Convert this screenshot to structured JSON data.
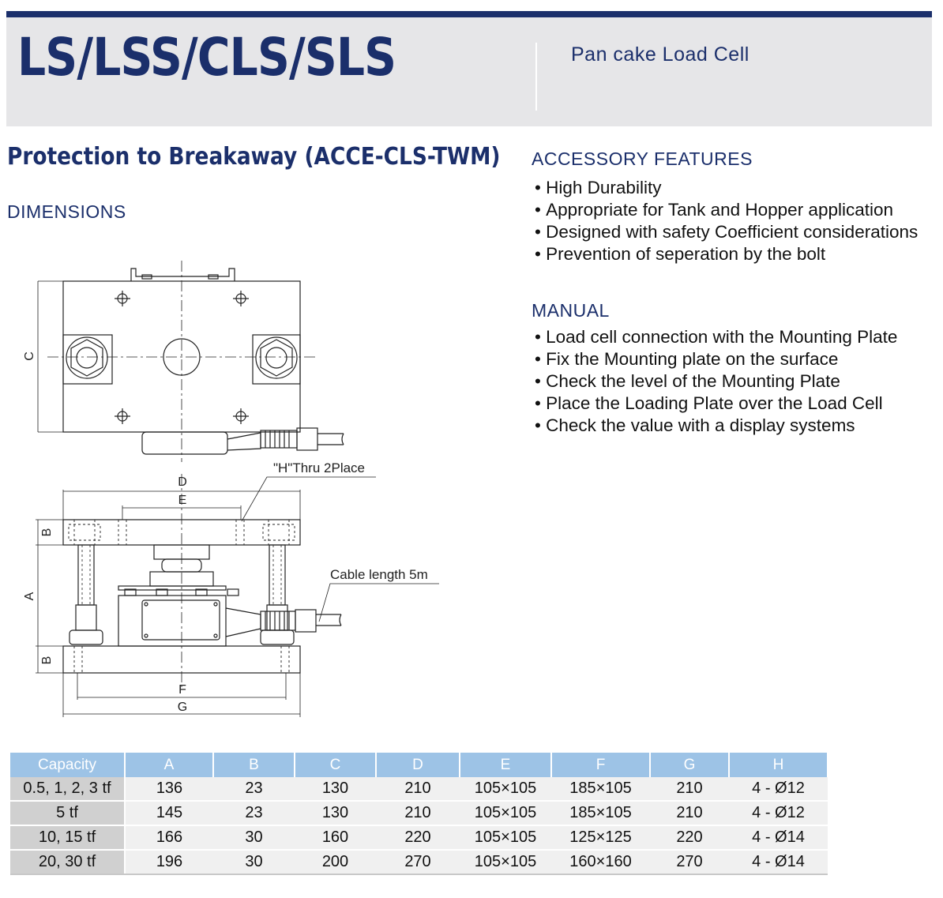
{
  "header": {
    "model": "LS/LSS/CLS/SLS",
    "product": "Pan cake Load Cell"
  },
  "section_title": "Protection to Breakaway (ACCE-CLS-TWM)",
  "dimensions_heading": "DIMENSIONS",
  "drawing": {
    "labels": {
      "C": "C",
      "D": "D",
      "E": "E",
      "B_top": "B",
      "A": "A",
      "B_bottom": "B",
      "F": "F",
      "G": "G",
      "holes": "\"H\"Thru 2Place",
      "cable": "Cable length 5m"
    }
  },
  "features": {
    "heading": "ACCESSORY FEATURES",
    "items": [
      "High Durability",
      "Appropriate for Tank and Hopper application",
      "Designed with safety Coefficient considerations",
      "Prevention of seperation by the bolt"
    ]
  },
  "manual": {
    "heading": "MANUAL",
    "items": [
      "Load cell connection with the Mounting Plate",
      "Fix the Mounting plate on the surface",
      "Check the level of the Mounting Plate",
      "Place the Loading Plate over the Load Cell",
      "Check the value with a display systems"
    ]
  },
  "table": {
    "headers": [
      "Capacity",
      "A",
      "B",
      "C",
      "D",
      "E",
      "F",
      "G",
      "H"
    ],
    "rows": [
      [
        "0.5, 1, 2, 3 tf",
        "136",
        "23",
        "130",
        "210",
        "105×105",
        "185×105",
        "210",
        "4 - Ø12"
      ],
      [
        "5 tf",
        "145",
        "23",
        "130",
        "210",
        "105×105",
        "185×105",
        "210",
        "4 - Ø12"
      ],
      [
        "10, 15 tf",
        "166",
        "30",
        "160",
        "220",
        "105×105",
        "125×125",
        "220",
        "4 - Ø14"
      ],
      [
        "20, 30 tf",
        "196",
        "30",
        "200",
        "270",
        "105×105",
        "160×160",
        "270",
        "4 - Ø14"
      ]
    ]
  }
}
